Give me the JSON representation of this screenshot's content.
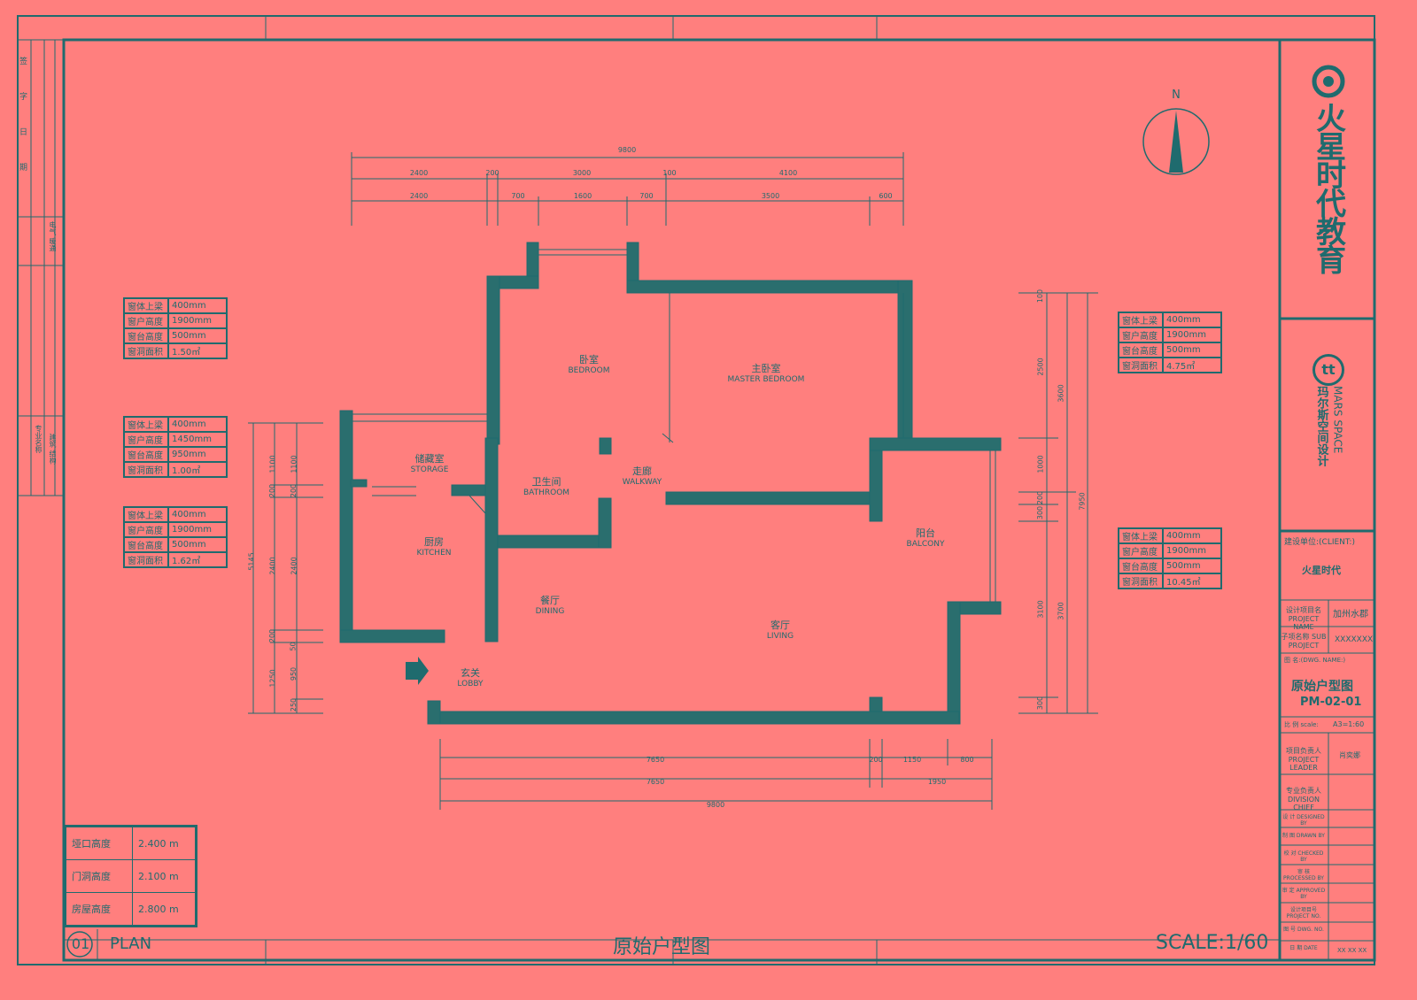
{
  "colors": {
    "background": "#ff7f7e",
    "line": "#1f6b6e"
  },
  "title_block": {
    "logo_text": "火星时代教育",
    "mars_space_en": "MARS SPACE",
    "mars_space_cn": "玛尔斯空间设计",
    "client_label": "建设单位:(CLIENT:)",
    "client_value": "火星时代",
    "project_label": "设计项目名 PROJECT NAME",
    "project_value": "加州水郡",
    "sub_project_label": "子项名称 SUB PROJECT",
    "sub_project_value": "XXXXXXX",
    "drawing_label": "图 名:(DWG. NAME:)",
    "drawing_name": "原始户型图",
    "drawing_no": "PM-02-01",
    "scale_label": "比 例 scale:",
    "scale_value": "A3=1:60",
    "leader_label": "项目负责人 PROJECT LEADER",
    "leader_value": "肖奕娜",
    "rows": [
      "专业负责人 DIVISION CHIEF",
      "设 计 DESIGNED BY",
      "制 图 DRAWN BY",
      "校 对 CHECKED BY",
      "审 核 PROCESSED BY",
      "审 定 APPROVED BY",
      "设计项目号 PROJECT NO.",
      "图 号 DWG. NO.",
      "日 期 DATE"
    ],
    "date_value": "XX XX XX"
  },
  "north_label": "N",
  "window_tables": [
    {
      "rows": [
        [
          "窗体上梁",
          "400mm"
        ],
        [
          "窗户高度",
          "1900mm"
        ],
        [
          "窗台高度",
          "500mm"
        ],
        [
          "窗洞面积",
          "1.50㎡"
        ]
      ]
    },
    {
      "rows": [
        [
          "窗体上梁",
          "400mm"
        ],
        [
          "窗户高度",
          "1450mm"
        ],
        [
          "窗台高度",
          "950mm"
        ],
        [
          "窗洞面积",
          "1.00㎡"
        ]
      ]
    },
    {
      "rows": [
        [
          "窗体上梁",
          "400mm"
        ],
        [
          "窗户高度",
          "1900mm"
        ],
        [
          "窗台高度",
          "500mm"
        ],
        [
          "窗洞面积",
          "1.62㎡"
        ]
      ]
    },
    {
      "rows": [
        [
          "窗体上梁",
          "400mm"
        ],
        [
          "窗户高度",
          "1900mm"
        ],
        [
          "窗台高度",
          "500mm"
        ],
        [
          "窗洞面积",
          "4.75㎡"
        ]
      ]
    },
    {
      "rows": [
        [
          "窗体上梁",
          "400mm"
        ],
        [
          "窗户高度",
          "1900mm"
        ],
        [
          "窗台高度",
          "500mm"
        ],
        [
          "窗洞面积",
          "10.45㎡"
        ]
      ]
    }
  ],
  "height_table": [
    [
      "垭口高度",
      "2.400 m"
    ],
    [
      "门洞高度",
      "2.100 m"
    ],
    [
      "房屋高度",
      "2.800 m"
    ]
  ],
  "rooms": [
    {
      "cn": "卧室",
      "en": "BEDROOM"
    },
    {
      "cn": "主卧室",
      "en": "MASTER BEDROOM"
    },
    {
      "cn": "储藏室",
      "en": "STORAGE"
    },
    {
      "cn": "卫生间",
      "en": "BATHROOM"
    },
    {
      "cn": "走廊",
      "en": "WALKWAY"
    },
    {
      "cn": "厨房",
      "en": "KITCHEN"
    },
    {
      "cn": "阳台",
      "en": "BALCONY"
    },
    {
      "cn": "餐厅",
      "en": "DINING"
    },
    {
      "cn": "客厅",
      "en": "LIVING"
    },
    {
      "cn": "玄关",
      "en": "LOBBY"
    }
  ],
  "dims_top": {
    "total": "9800",
    "row1": [
      "2400",
      "200",
      "3000",
      "100",
      "4100"
    ],
    "row2": [
      "2400",
      "700",
      "1600",
      "700",
      "3500",
      "600"
    ]
  },
  "dims_bottom": {
    "row1": [
      "7650",
      "200",
      "1150",
      "800"
    ],
    "row2": [
      "7650",
      "1950"
    ],
    "total": "9800"
  },
  "dims_left": {
    "outer": "5145",
    "row1": [
      "1100",
      "200",
      "2400",
      "200",
      "1250"
    ],
    "row2": [
      "1100",
      "200",
      "2400",
      "50",
      "950",
      "250"
    ]
  },
  "dims_right": {
    "row1": [
      "100",
      "2500",
      "1000",
      "200",
      "300",
      "3100",
      "300"
    ],
    "row2": [
      "3600",
      "3700"
    ],
    "total": "7950"
  },
  "left_strip": [
    "签",
    "字",
    "日",
    "期",
    "专业名称",
    "建筑",
    "结构",
    "给排水",
    "电气",
    "暖通"
  ],
  "bottom": {
    "number": "01",
    "plan": "PLAN",
    "title": "原始户型图",
    "scale": "SCALE:1/60"
  }
}
